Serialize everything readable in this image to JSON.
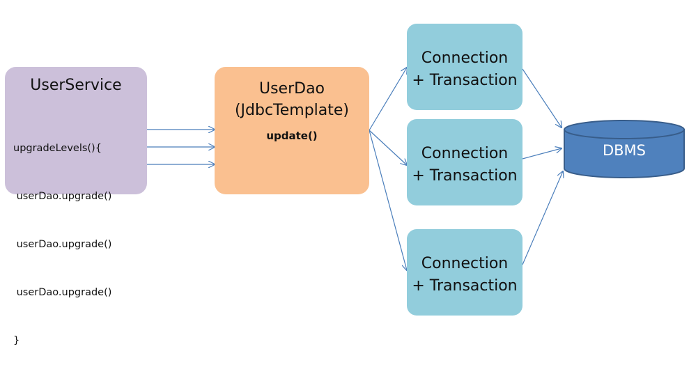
{
  "user_service": {
    "title": "UserService",
    "code_lines": [
      "upgradeLevels(){",
      " userDao.upgrade()",
      " userDao.upgrade()",
      " userDao.upgrade()",
      "}"
    ]
  },
  "user_dao": {
    "title_line1": "UserDao",
    "title_line2": "(JdbcTemplate)",
    "method": "update()"
  },
  "connections": [
    {
      "line1": "Connection",
      "line2": "+ Transaction"
    },
    {
      "line1": "Connection",
      "line2": "+ Transaction"
    },
    {
      "line1": "Connection",
      "line2": "+ Transaction"
    }
  ],
  "dbms": {
    "label": "DBMS"
  },
  "colors": {
    "user_service_fill": "#ccc0da",
    "user_dao_fill": "#fac090",
    "connection_fill": "#92cddc",
    "dbms_fill": "#4f81bd",
    "dbms_stroke": "#385d8a",
    "arrow": "#4a7ebb"
  }
}
